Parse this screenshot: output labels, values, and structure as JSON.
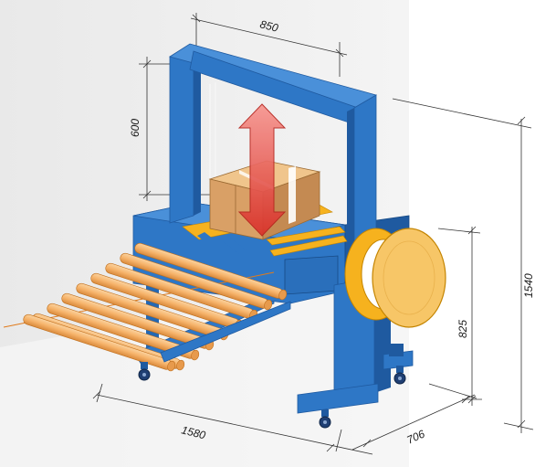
{
  "diagram": {
    "dimensions": {
      "top_width": "850",
      "inner_height": "600",
      "overall_height": "1540",
      "table_height": "825",
      "length": "1580",
      "depth": "706"
    },
    "colors": {
      "background_panel": "#eeeeee",
      "frame_blue": "#2e77c6",
      "frame_blue_dark": "#1f5aa0",
      "frame_blue_light": "#4a90d9",
      "roller_orange": "#f6b36a",
      "yellow_band": "#f6b21e",
      "box_brown": "#d9a066",
      "arrow_red": "#e8453c",
      "reel_face": "#f7c667",
      "dimension_line": "#333333"
    },
    "icons": {
      "vertical_arrow": "double-headed-vertical-arrow-icon",
      "caster_wheel": "caster-wheel-icon"
    }
  }
}
